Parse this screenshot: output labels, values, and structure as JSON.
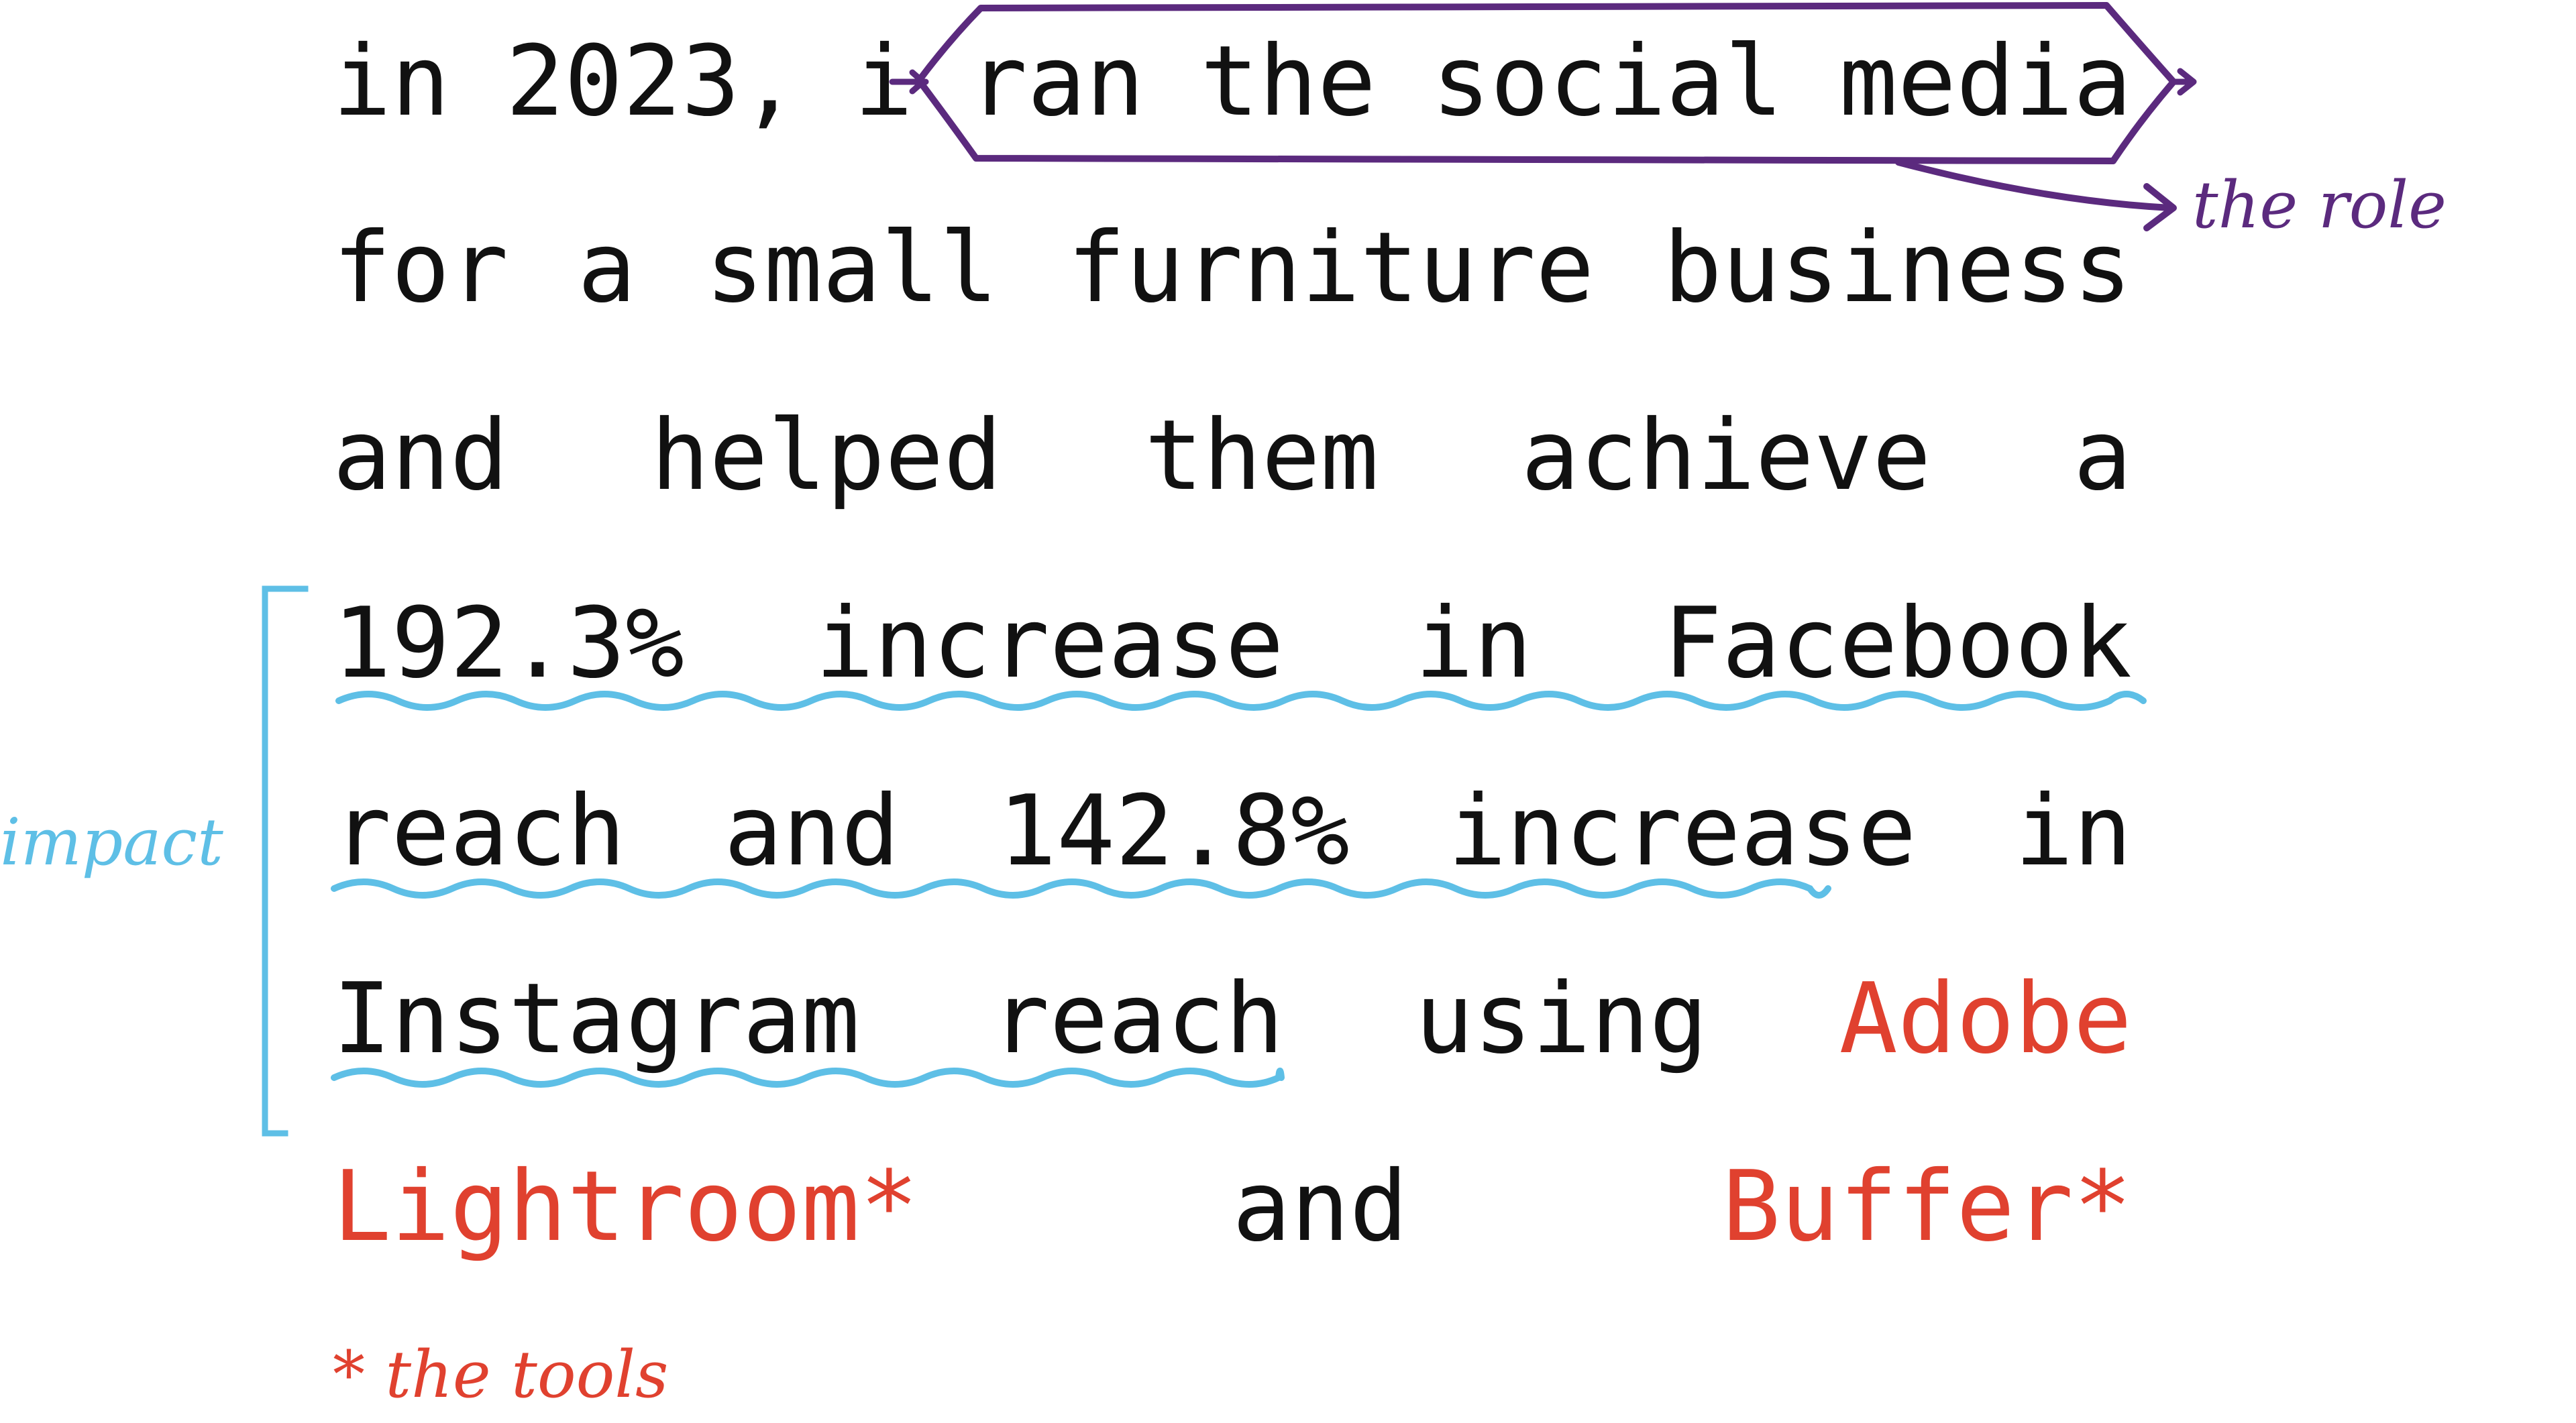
{
  "colors": {
    "text": "#111111",
    "role": "#5b2a7e",
    "impact": "#5ebfe6",
    "tools": "#e0412f"
  },
  "paragraph": {
    "line1": {
      "w1": "in",
      "w2": "2023,",
      "w3": "i",
      "w4": "ran",
      "w5": "the",
      "w6": "social",
      "w7": "media"
    },
    "line2": {
      "w1": "for",
      "w2": "a",
      "w3": "small",
      "w4": "furniture",
      "w5": "business"
    },
    "line3": {
      "w1": "and",
      "w2": "helped",
      "w3": "them",
      "w4": "achieve",
      "w5": "a"
    },
    "line4": {
      "w1": "192.3%",
      "w2": "increase",
      "w3": "in",
      "w4": "Facebook"
    },
    "line5": {
      "w1": "reach",
      "w2": "and",
      "w3": "142.8%",
      "w4": "increase",
      "w5": "in"
    },
    "line6": {
      "w1": "Instagram",
      "w2": "reach",
      "w3": "using",
      "w4": "Adobe"
    },
    "line7": {
      "w1": "Lightroom*",
      "w2": "and",
      "w3": "Buffer*"
    }
  },
  "annotations": {
    "role": "the role",
    "impact": "impact",
    "tools": "* the tools"
  }
}
